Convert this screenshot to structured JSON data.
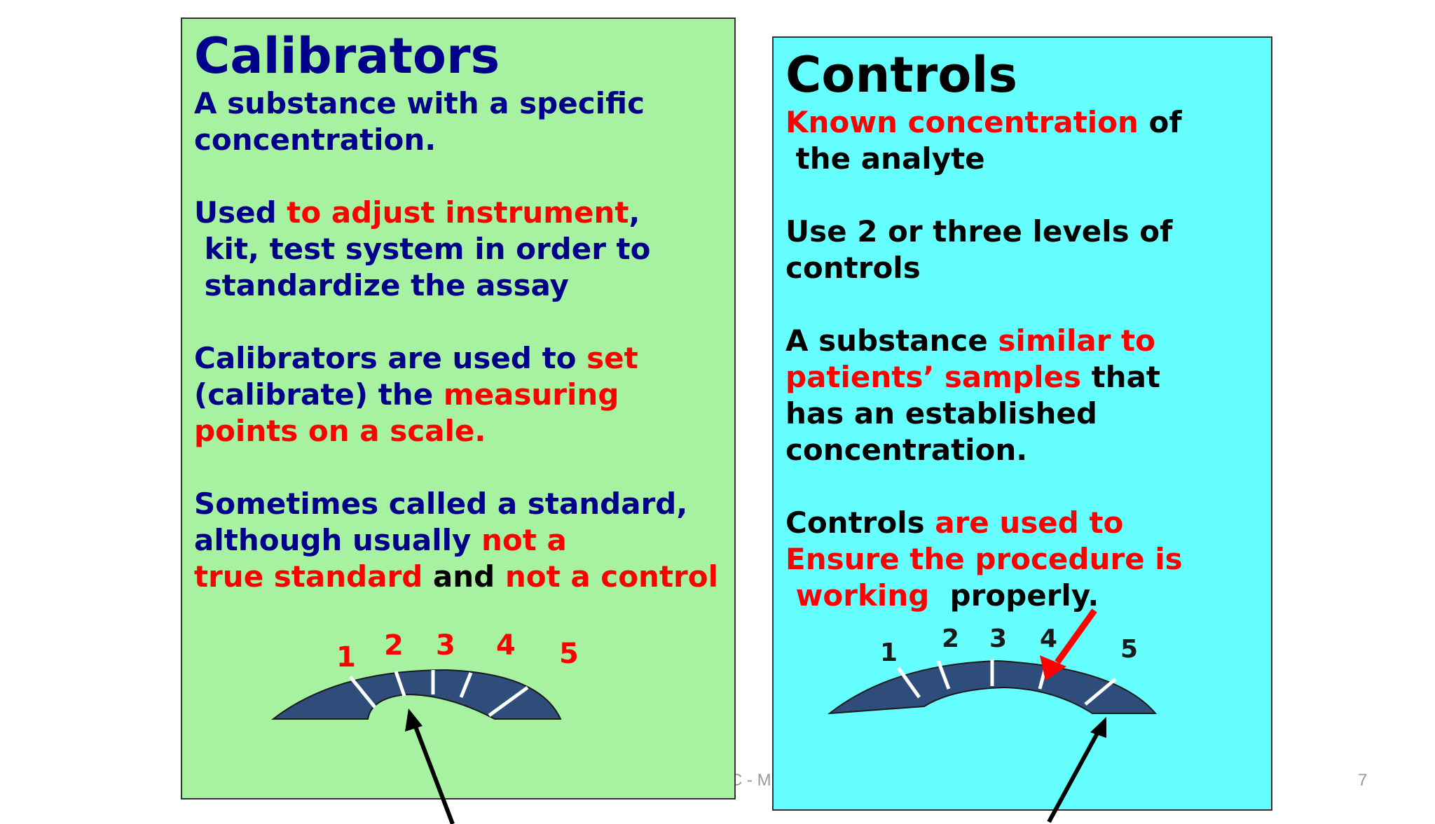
{
  "calibrators": {
    "title": "Calibrators",
    "line_1": "A substance with a specific",
    "line_2": "concentration.",
    "line_4a": "Used ",
    "line_4b": "to adjust instrument",
    "line_4c": ",",
    "line_5": " kit, test system in order to",
    "line_6": " standardize the assay",
    "line_8a": "Calibrators are used to ",
    "line_8b": "set",
    "line_9a": "(calibrate) the ",
    "line_9b": "measuring",
    "line_10": "points on a scale.",
    "line_12": "Sometimes called a standard,",
    "line_13a": "although usually ",
    "line_13b": "not a",
    "line_14a": "true standard",
    "line_14b": " and ",
    "line_14c": "not a control",
    "gauge_labels": [
      "1",
      "2",
      "3",
      "4",
      "5"
    ]
  },
  "controls": {
    "title": "Controls",
    "line_1a": "Known concentration",
    "line_1b": " of",
    "line_2": " the analyte",
    "line_4": "Use 2 or three levels of",
    "line_5": "controls",
    "line_7a": "A substance ",
    "line_7b": "similar to",
    "line_8a": "patients’ samples",
    "line_8b": " that",
    "line_9": "has an established",
    "line_10": "concentration.",
    "line_12a": "Controls ",
    "line_12b": "are used to",
    "line_13": "Ensure the procedure is",
    "line_14a": " working",
    "line_14b": "  properly.",
    "gauge_labels": [
      "1",
      "2",
      "3",
      "4",
      "5"
    ]
  },
  "footer": {
    "text": "C - M",
    "page_number": "7"
  },
  "colors": {
    "left_bg": "#a6f2a1",
    "right_bg": "#66ffff",
    "navy_text": "#00008b",
    "highlight_red": "#ff0000",
    "gauge_fill": "#2e4d7b"
  }
}
